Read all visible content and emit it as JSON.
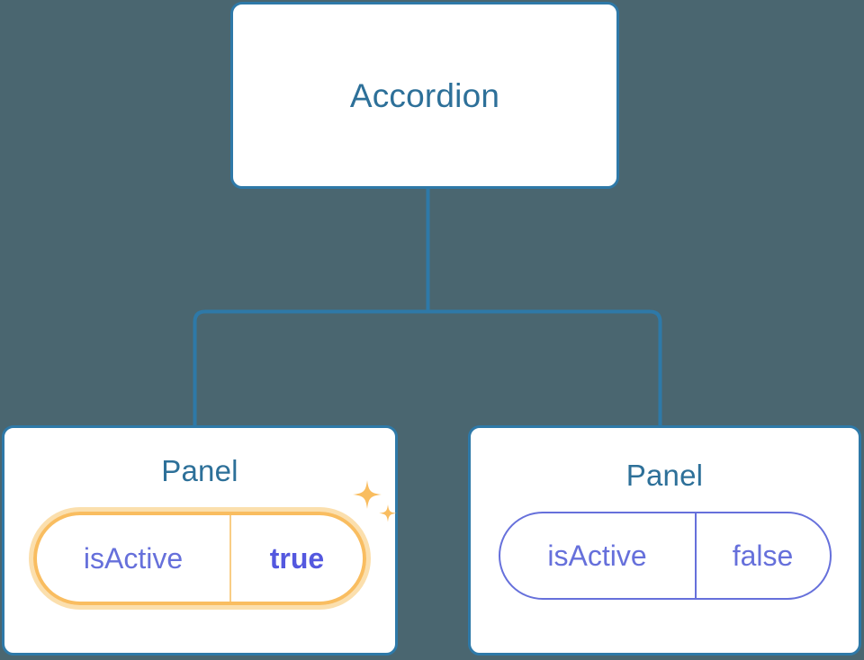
{
  "diagram": {
    "type": "component-tree",
    "background_color": "#4a6670",
    "node_border_color": "#2e79a8",
    "node_title_color": "#2d7099",
    "connector_color": "#2e79a8",
    "highlight_color": "#f9bd60",
    "highlight_glow_color": "#fbdfad",
    "prop_color": "#6670db",
    "prop_value_active_color": "#5458df"
  },
  "root": {
    "title": "Accordion"
  },
  "panels": [
    {
      "title": "Panel",
      "prop": {
        "key": "isActive",
        "value": "true"
      },
      "highlighted": true,
      "sparkle_icon": "sparkles-icon"
    },
    {
      "title": "Panel",
      "prop": {
        "key": "isActive",
        "value": "false"
      },
      "highlighted": false
    }
  ]
}
